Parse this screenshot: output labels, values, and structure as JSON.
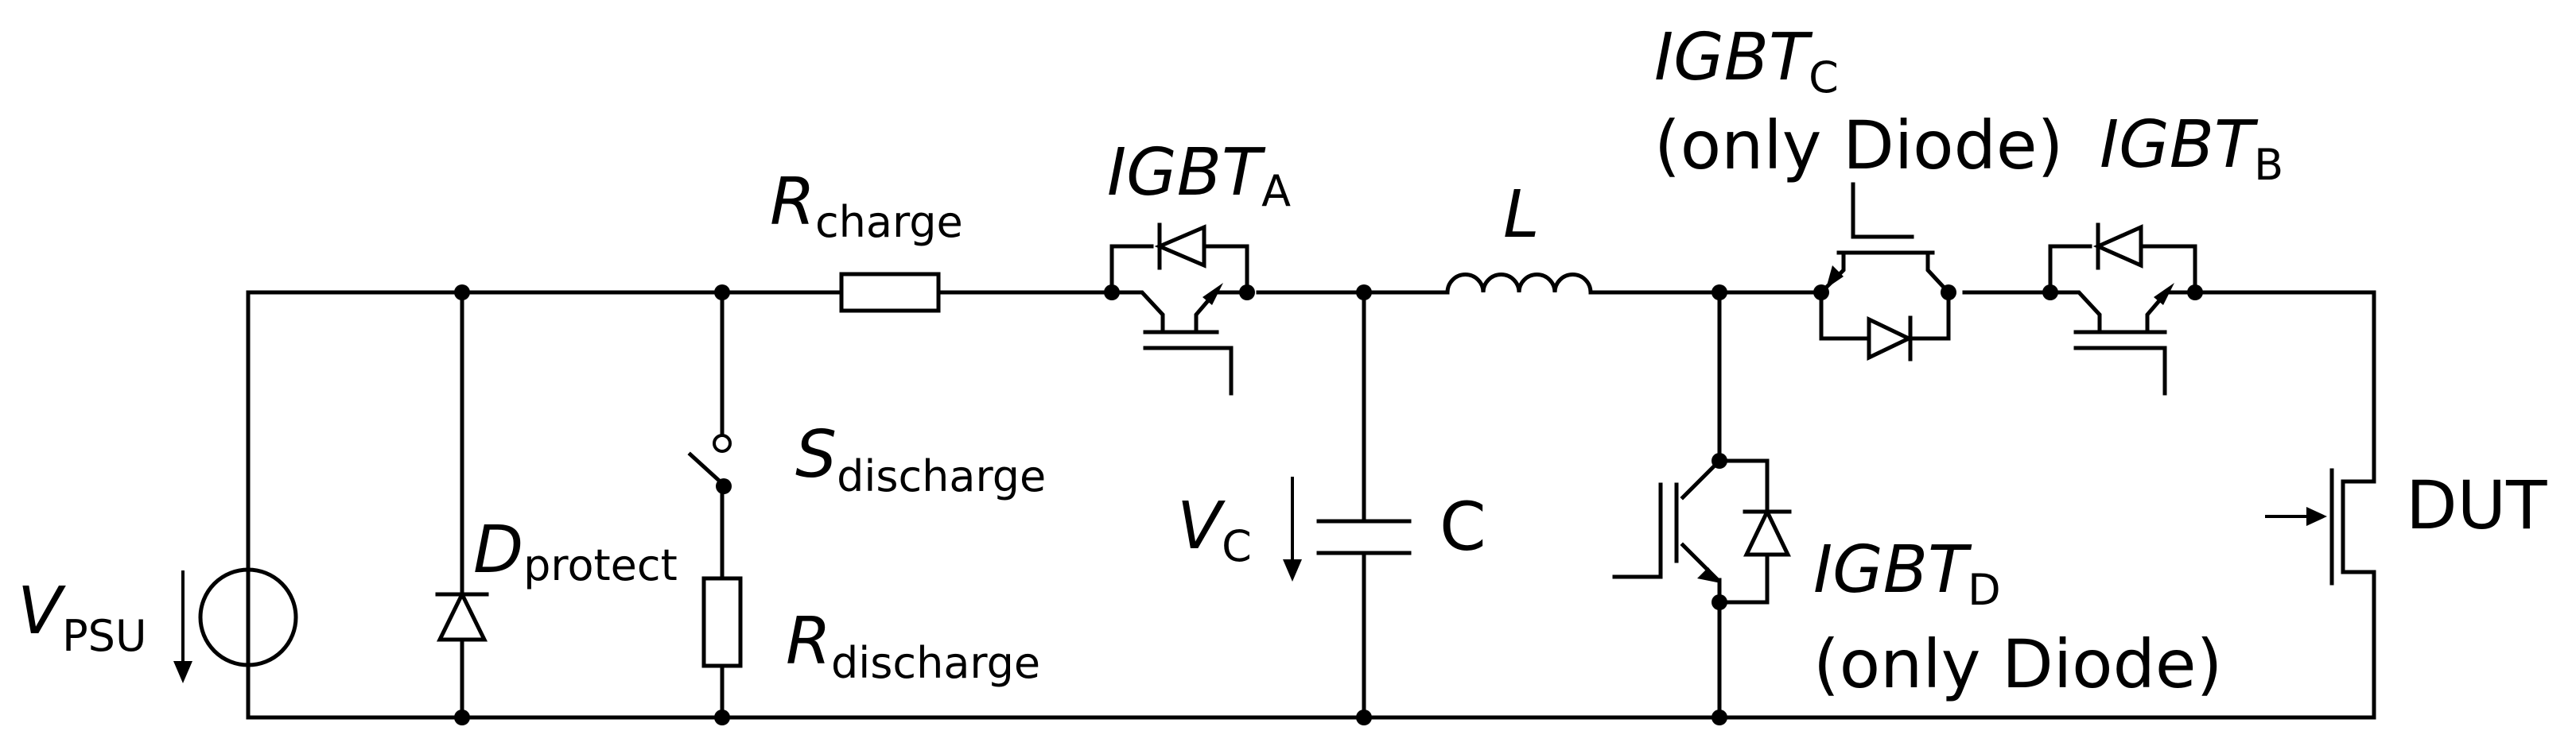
{
  "labels": {
    "v_psu": {
      "main": "V",
      "sub": "PSU"
    },
    "d_protect": {
      "main": "D",
      "sub": "protect"
    },
    "r_charge": {
      "main": "R",
      "sub": "charge"
    },
    "s_discharge": {
      "main": "S",
      "sub": "discharge"
    },
    "r_discharge": {
      "main": "R",
      "sub": "discharge"
    },
    "igbt_a": {
      "main": "IGBT",
      "sub": "A"
    },
    "v_c": {
      "main": "V",
      "sub": "C"
    },
    "capacitor": "C",
    "inductor": "L",
    "igbt_c": {
      "main": "IGBT",
      "sub": "C",
      "note": "(only Diode)"
    },
    "igbt_b": {
      "main": "IGBT",
      "sub": "B"
    },
    "igbt_d": {
      "main": "IGBT",
      "sub": "D",
      "note": "(only Diode)"
    },
    "dut": "DUT"
  }
}
